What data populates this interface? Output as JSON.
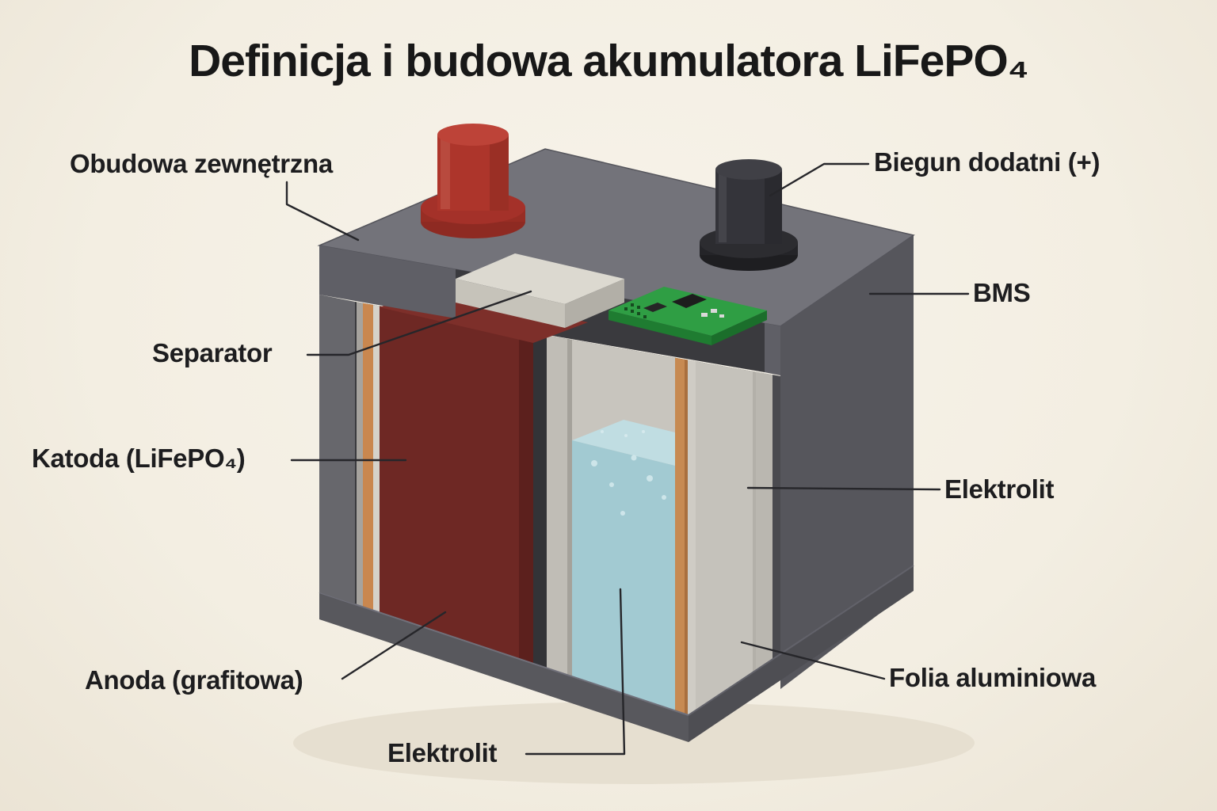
{
  "title": "Definicja i budowa akumulatora LiFePO₄",
  "labels": {
    "obudowa": "Obudowa zewnętrzna",
    "biegun": "Biegun dodatni (+)",
    "bms": "BMS",
    "separator": "Separator",
    "katoda": "Katoda (LiFePO₄)",
    "elektrolit_right": "Elektrolit",
    "anoda": "Anoda (grafitowa)",
    "elektrolit_bottom": "Elektrolit",
    "folia": "Folia aluminiowa"
  },
  "colors": {
    "background": "#f3eee2",
    "title_text": "#181818",
    "label_text": "#1d1d1f",
    "leader_line": "#26262a",
    "case_top": "#73737a",
    "case_front_band": "#5f5f66",
    "case_right": "#56565c",
    "case_interior": "#3a3a3e",
    "cathode": "#6e2824",
    "separator_slab": "#dcd9d0",
    "electrolyte_blue": "#a2cad2",
    "copper_foil": "#c9874f",
    "aluminum_plate": "#c5c2bb",
    "bms_pcb": "#2f9e44",
    "terminal_positive": "#ad352b",
    "terminal_negative": "#34343a"
  }
}
